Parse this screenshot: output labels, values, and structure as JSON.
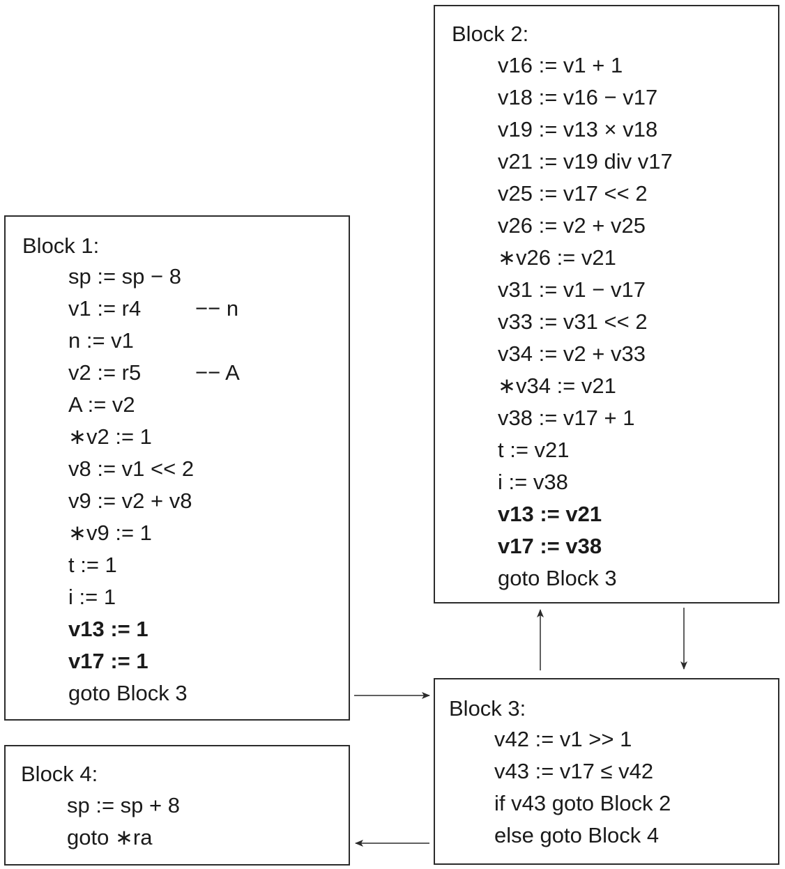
{
  "blocks": {
    "block1": {
      "title": "Block 1:",
      "lines": [
        {
          "text": "sp := sp − 8",
          "bold": false
        },
        {
          "text": "v1 := r4",
          "comment": "−− n",
          "bold": false
        },
        {
          "text": "n := v1",
          "bold": false
        },
        {
          "text": "v2 := r5",
          "comment": "−− A",
          "bold": false
        },
        {
          "text": "A := v2",
          "bold": false
        },
        {
          "text": "∗v2 := 1",
          "bold": false
        },
        {
          "text": "v8 := v1 << 2",
          "bold": false
        },
        {
          "text": "v9 := v2 + v8",
          "bold": false
        },
        {
          "text": "∗v9 := 1",
          "bold": false
        },
        {
          "text": "t := 1",
          "bold": false
        },
        {
          "text": "i := 1",
          "bold": false
        },
        {
          "text": "v13 := 1",
          "bold": true
        },
        {
          "text": "v17 := 1",
          "bold": true
        },
        {
          "text": "goto Block 3",
          "bold": false
        }
      ]
    },
    "block2": {
      "title": "Block 2:",
      "lines": [
        {
          "text": "v16 := v1 + 1",
          "bold": false
        },
        {
          "text": "v18 := v16 − v17",
          "bold": false
        },
        {
          "text": "v19 := v13 × v18",
          "bold": false
        },
        {
          "text": "v21 := v19 div v17",
          "bold": false
        },
        {
          "text": "v25 := v17 << 2",
          "bold": false
        },
        {
          "text": "v26 := v2 + v25",
          "bold": false
        },
        {
          "text": "∗v26 := v21",
          "bold": false
        },
        {
          "text": "v31 := v1 − v17",
          "bold": false
        },
        {
          "text": "v33 := v31 << 2",
          "bold": false
        },
        {
          "text": "v34 := v2 + v33",
          "bold": false
        },
        {
          "text": "∗v34 := v21",
          "bold": false
        },
        {
          "text": "v38 := v17 + 1",
          "bold": false
        },
        {
          "text": "t := v21",
          "bold": false
        },
        {
          "text": "i := v38",
          "bold": false
        },
        {
          "text": "v13 := v21",
          "bold": true
        },
        {
          "text": "v17 := v38",
          "bold": true
        },
        {
          "text": "goto Block 3",
          "bold": false
        }
      ]
    },
    "block3": {
      "title": "Block 3:",
      "lines": [
        {
          "text": "v42 := v1 >> 1",
          "bold": false
        },
        {
          "text": "v43 := v17 ≤ v42",
          "bold": false
        },
        {
          "text": "if v43 goto Block 2",
          "bold": false
        },
        {
          "text": "else goto Block 4",
          "bold": false
        }
      ]
    },
    "block4": {
      "title": "Block 4:",
      "lines": [
        {
          "text": "sp := sp + 8",
          "bold": false
        },
        {
          "text": "goto ∗ra",
          "bold": false
        }
      ]
    }
  },
  "edges": [
    {
      "from": "block1",
      "to": "block3"
    },
    {
      "from": "block3",
      "to": "block2"
    },
    {
      "from": "block2",
      "to": "block3"
    },
    {
      "from": "block3",
      "to": "block4"
    }
  ],
  "colors": {
    "line": "#2b2b2b",
    "text": "#1a1a1a",
    "background": "#ffffff"
  }
}
